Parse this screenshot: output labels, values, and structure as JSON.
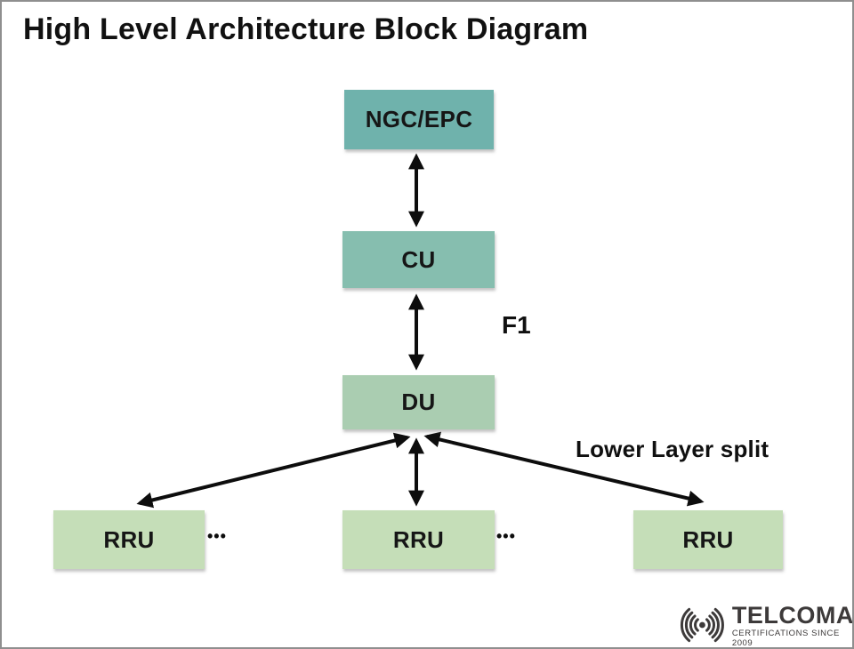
{
  "page": {
    "title": "High Level Architecture Block Diagram"
  },
  "diagram": {
    "nodes": [
      {
        "id": "ngc-epc",
        "label": "NGC/EPC",
        "color": "#6FB2AC"
      },
      {
        "id": "cu",
        "label": "CU",
        "color": "#86BEAF"
      },
      {
        "id": "du",
        "label": "DU",
        "color": "#AACDB1"
      },
      {
        "id": "rru-left",
        "label": "RRU",
        "color": "#C5DEB8"
      },
      {
        "id": "rru-center",
        "label": "RRU",
        "color": "#C5DEB8"
      },
      {
        "id": "rru-right",
        "label": "RRU",
        "color": "#C5DEB8"
      }
    ],
    "labels": {
      "f1": "F1",
      "lower_layer_split": "Lower Layer split"
    },
    "ellipsis": "•••",
    "arrow_color": "#0d0d0d"
  },
  "logo": {
    "name": "TELCOMA",
    "tagline": "CERTIFICATIONS SINCE 2009",
    "color": "#3d3a3a"
  }
}
